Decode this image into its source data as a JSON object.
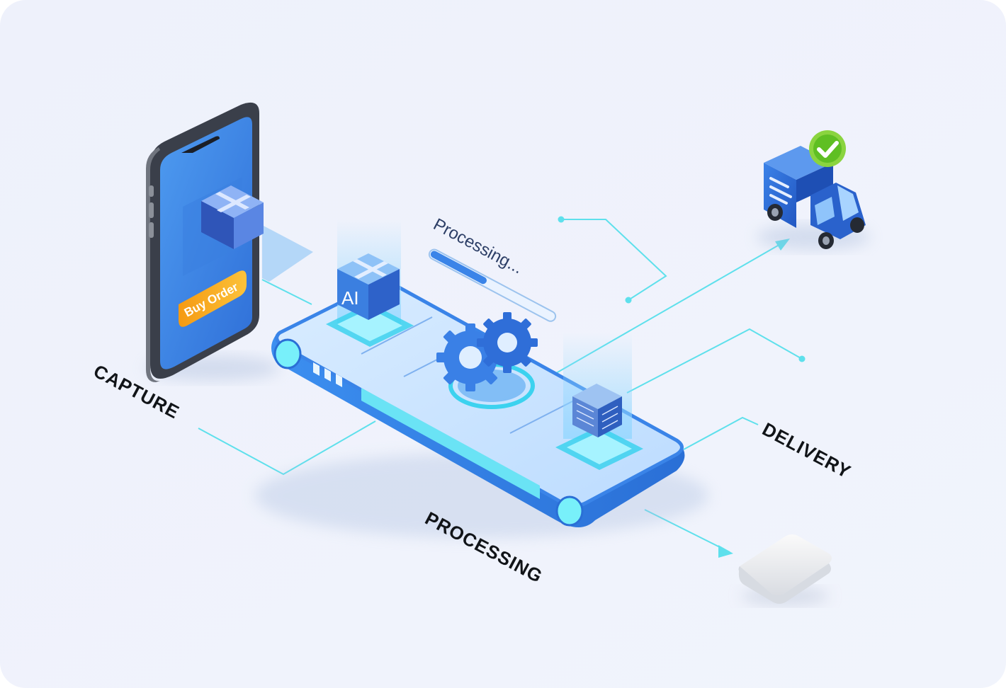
{
  "stages": {
    "capture": "CAPTURE",
    "processing": "PROCESSING",
    "delivery": "DELIVERY"
  },
  "phone": {
    "button_label": "Buy Order"
  },
  "conveyor": {
    "ai_label": "AI",
    "status_text": "Processing...",
    "progress": 0.45
  },
  "colors": {
    "background": "#eef2fb",
    "accent": "#2f7ae5",
    "glow": "#5ee0f0",
    "button": "#f7a51c",
    "check": "#6cc82a"
  },
  "icons": {
    "phone": "smartphone-icon",
    "package": "package-box-icon",
    "ai_box": "ai-box-icon",
    "gears": "gears-icon",
    "chip": "circuit-chip-icon",
    "truck": "delivery-truck-icon",
    "check": "check-badge-icon",
    "tray": "output-tray-icon"
  }
}
